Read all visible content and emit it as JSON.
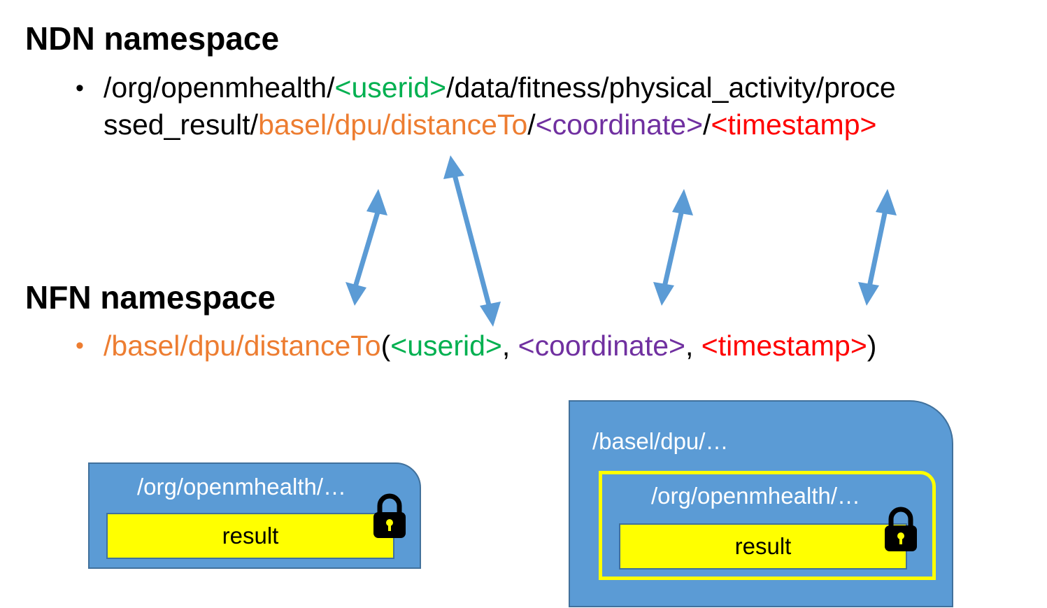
{
  "ndn": {
    "heading": "NDN namespace",
    "bullet": "•",
    "line1": {
      "p1": "/org/openmhealth/",
      "userid": "<userid>",
      "p2": "/data/fitness/physical_activity/proce"
    },
    "line2": {
      "p1": "ssed_result/",
      "func": "basel/dpu/distanceTo",
      "sep1": "/",
      "coordinate": "<coordinate>",
      "sep2": "/",
      "timestamp": "<timestamp>"
    }
  },
  "nfn": {
    "heading": "NFN namespace",
    "bullet": "•",
    "line": {
      "func": "/basel/dpu/distanceTo",
      "open": "(",
      "userid": "<userid>",
      "comma1": ", ",
      "coordinate": "<coordinate>",
      "comma2": ", ",
      "timestamp": "<timestamp>",
      "close": ")"
    }
  },
  "left_packet": {
    "name": "/org/openmhealth/…",
    "result": "result"
  },
  "right_packet": {
    "name": "/basel/dpu/…",
    "inner_name": "/org/openmhealth/…",
    "inner_result": "result"
  },
  "colors": {
    "userid": "#00B050",
    "function": "#ED7D31",
    "coordinate": "#7030A0",
    "timestamp": "#FF0000",
    "arrow": "#5B9BD5",
    "packet": "#5B9BD5",
    "result": "#FFFF00"
  },
  "icons": [
    "double-arrow-icon",
    "lock-icon"
  ]
}
